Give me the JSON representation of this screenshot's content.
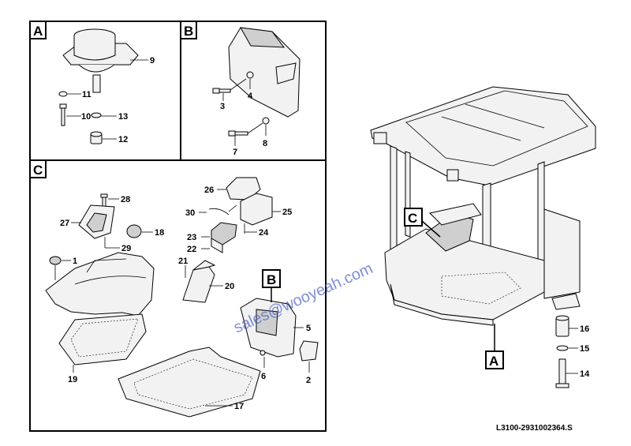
{
  "panels": {
    "a": {
      "letter": "A"
    },
    "b": {
      "letter": "B"
    },
    "c": {
      "letter": "C"
    }
  },
  "callouts": {
    "c_on_cab": "C",
    "a_on_cab": "A",
    "b_in_c": "B"
  },
  "labels": {
    "n1": "1",
    "n2": "2",
    "n3": "3",
    "n4": "4",
    "n5": "5",
    "n6": "6",
    "n7": "7",
    "n8": "8",
    "n9": "9",
    "n10": "10",
    "n11": "11",
    "n12": "12",
    "n13": "13",
    "n14": "14",
    "n15": "15",
    "n16": "16",
    "n17": "17",
    "n18": "18",
    "n19": "19",
    "n20": "20",
    "n21": "21",
    "n22": "22",
    "n23": "23",
    "n24": "24",
    "n25": "25",
    "n26": "26",
    "n27": "27",
    "n28": "28",
    "n29": "29",
    "n30": "30"
  },
  "document_code": "L3100-2931002364.S",
  "watermark": "sales@wooyeah.com"
}
